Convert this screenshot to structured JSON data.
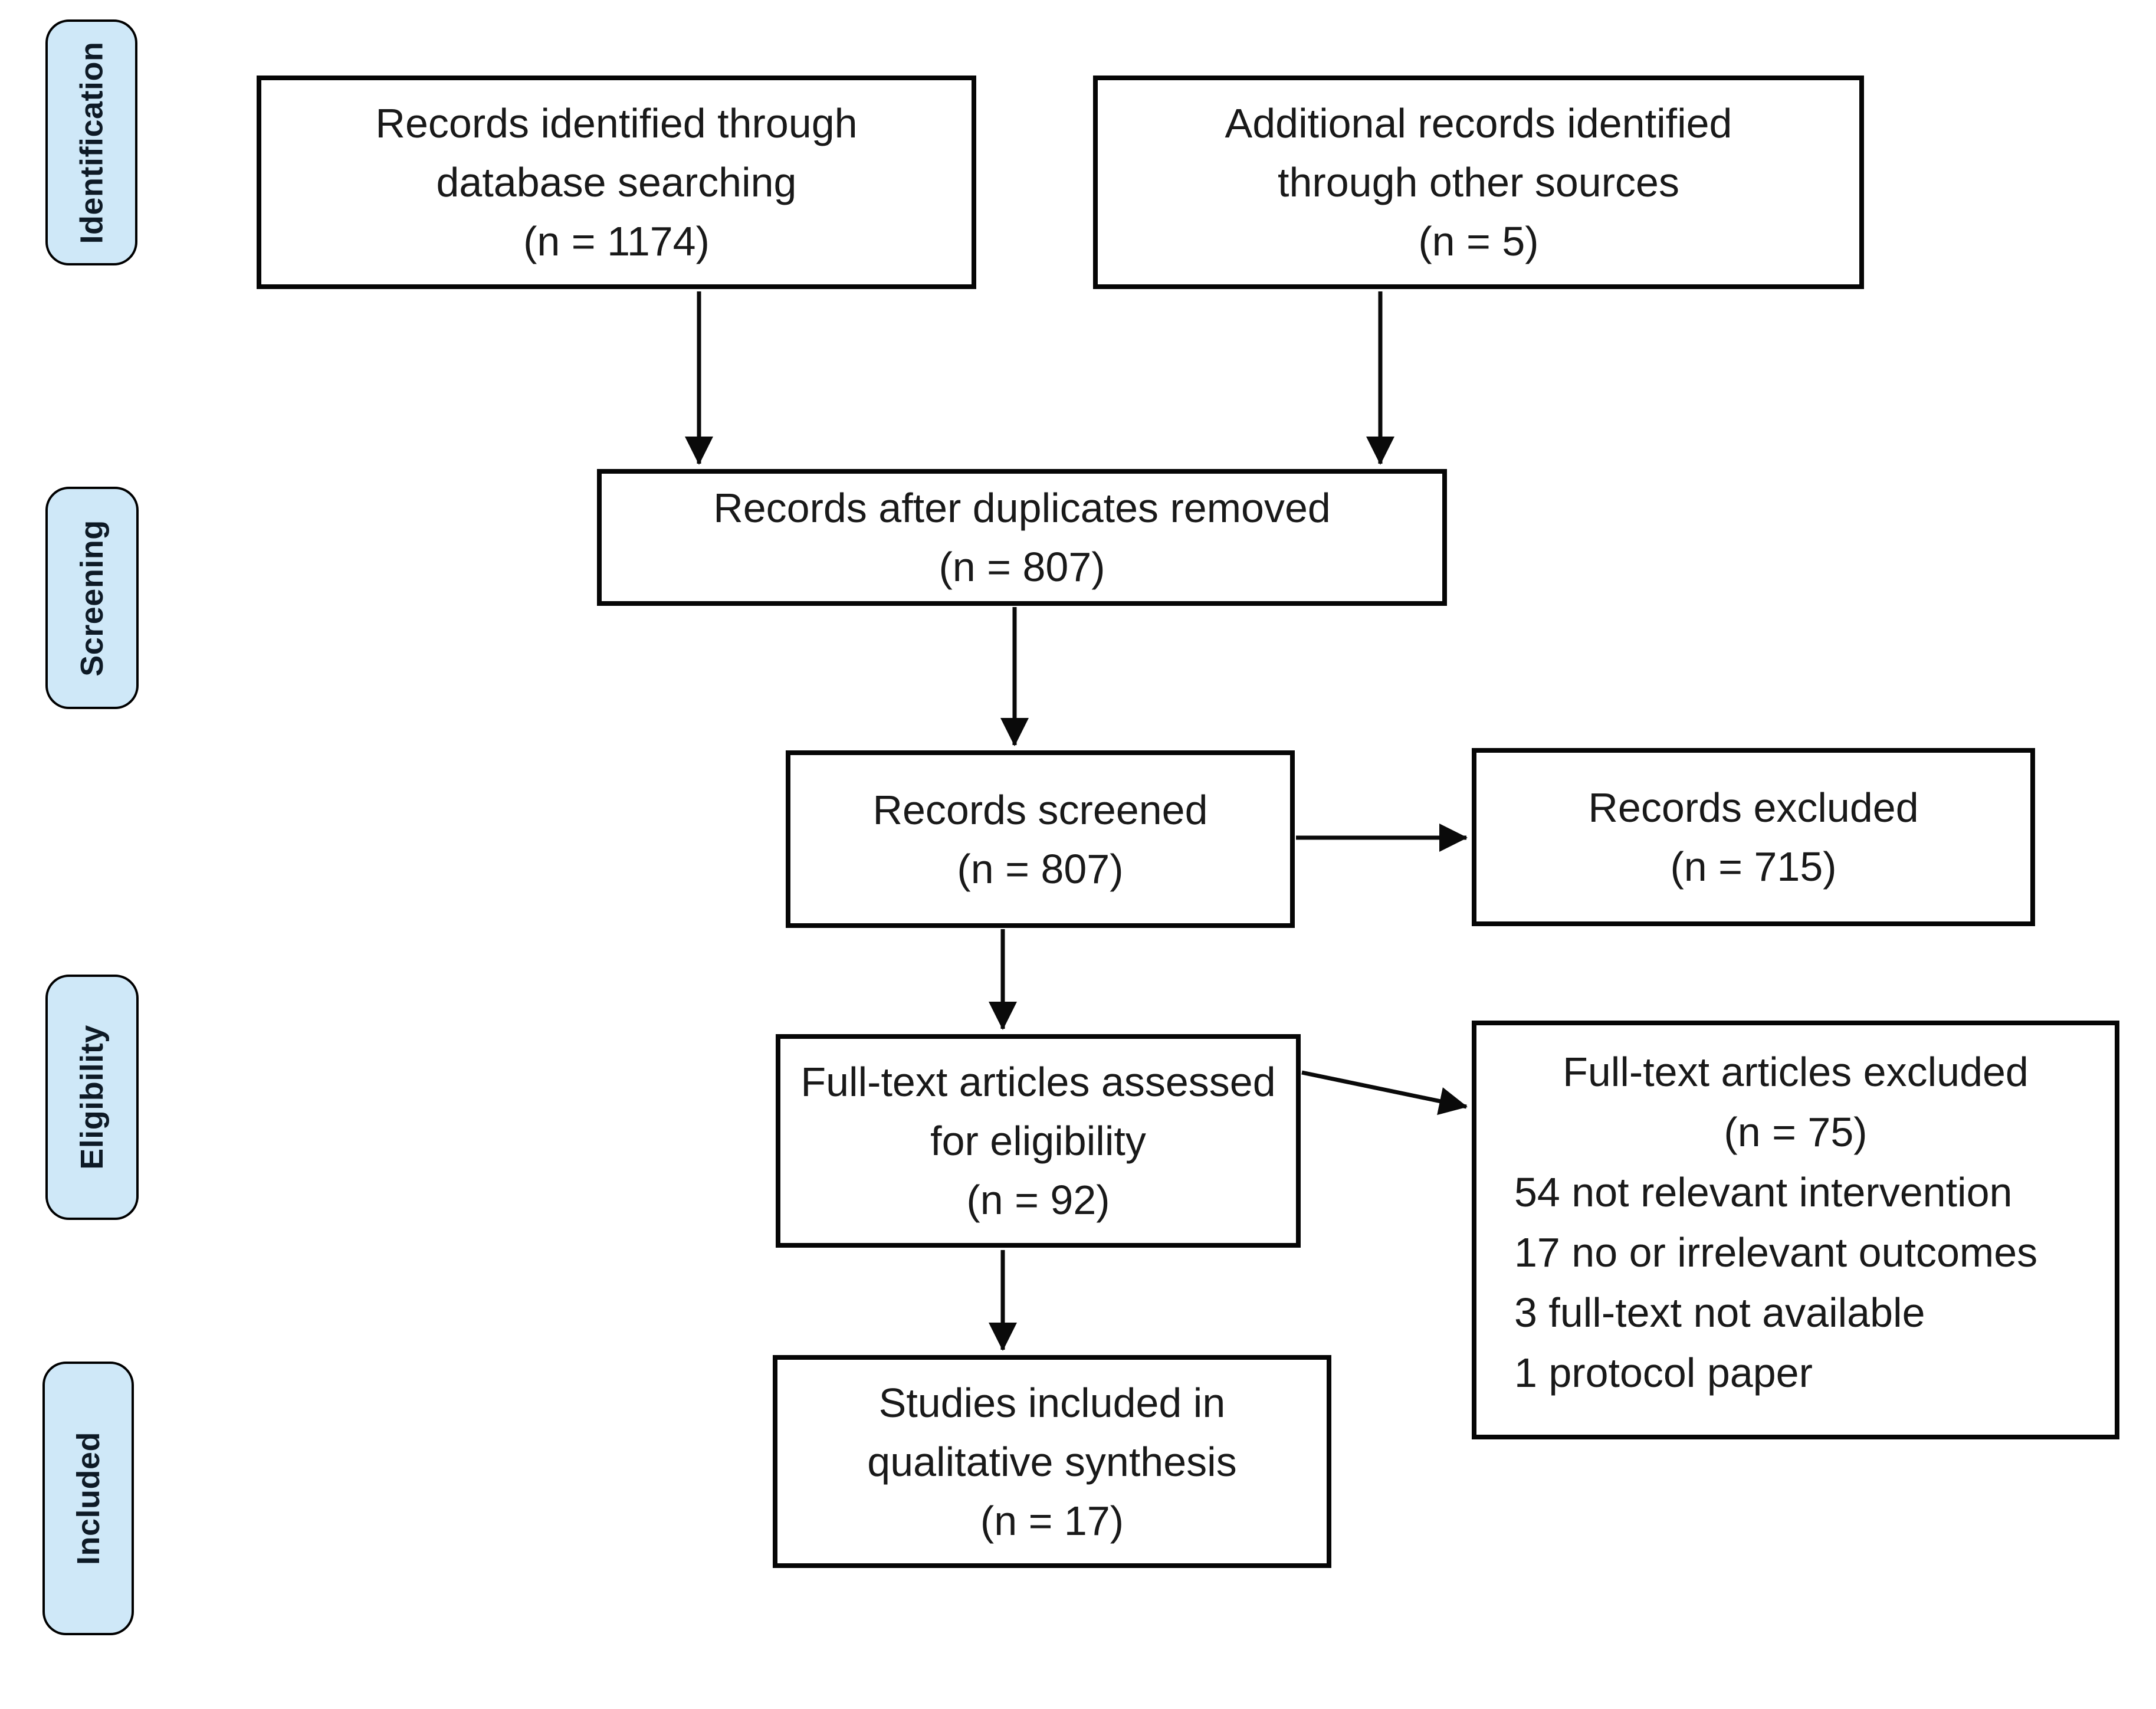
{
  "diagram_type": "PRISMA flow diagram",
  "stages": [
    {
      "label": "Identification"
    },
    {
      "label": "Screening"
    },
    {
      "label": "Eligibility"
    },
    {
      "label": "Included"
    }
  ],
  "boxes": {
    "identified": {
      "text": "Records identified through\ndatabase searching\n(n = 1174)",
      "n": 1174
    },
    "additional": {
      "text": "Additional records identified\nthrough other sources\n(n = 5)",
      "n": 5
    },
    "duplicates_removed": {
      "text": "Records after duplicates removed\n(n = 807)",
      "n": 807
    },
    "screened": {
      "text": "Records screened\n(n = 807)",
      "n": 807
    },
    "records_excluded": {
      "text": "Records excluded\n(n = 715)",
      "n": 715
    },
    "fulltext_assessed": {
      "text": "Full-text articles assessed\nfor eligibility\n(n = 92)",
      "n": 92
    },
    "fulltext_excluded": {
      "title": "Full-text articles excluded\n(n = 75)",
      "n": 75,
      "reasons": "54 not relevant intervention\n17 no or irrelevant outcomes\n3 full-text not available\n1 protocol paper"
    },
    "included_studies": {
      "text": "Studies included in\nqualitative synthesis\n(n = 17)",
      "n": 17
    }
  },
  "colors": {
    "stage_fill": "#cfe8f8",
    "stage_border": "#000000",
    "stage_text": "#0e1a26",
    "box_border": "#060606",
    "box_fill": "#ffffff",
    "text": "#191919",
    "arrow": "#0a0a0a",
    "background": "#ffffff"
  }
}
